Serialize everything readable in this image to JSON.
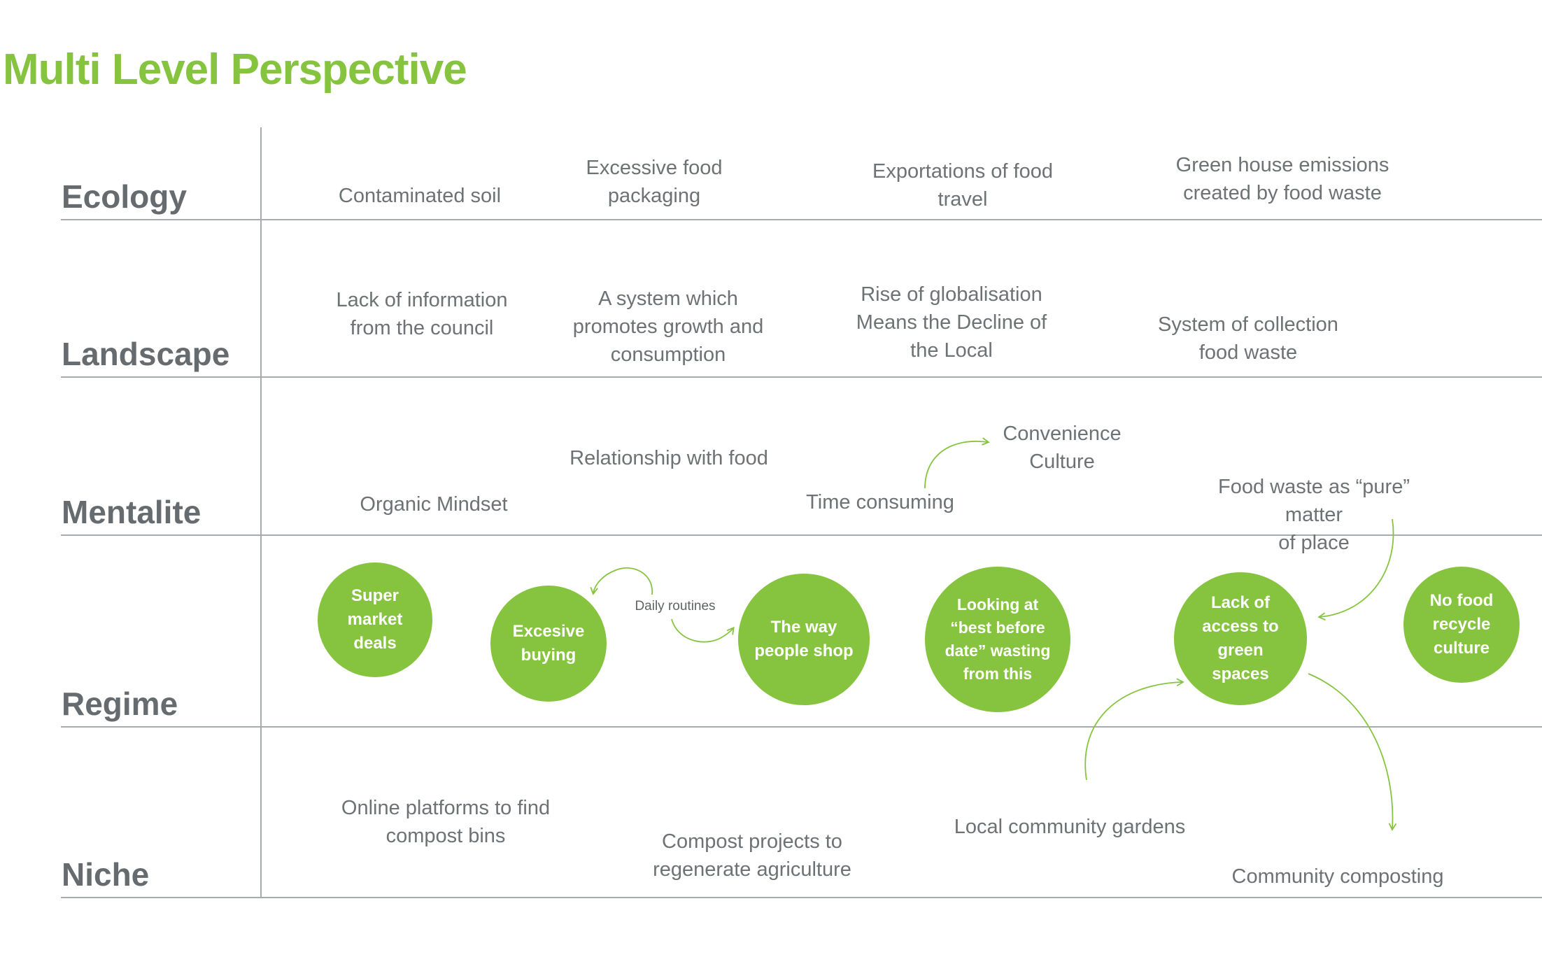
{
  "title": "Multi Level Perspective",
  "colors": {
    "accent": "#86c440",
    "text": "#6d7275",
    "line": "#a7abad"
  },
  "levels": {
    "ecology": "Ecology",
    "landscape": "Landscape",
    "mentalite": "Mentalite",
    "regime": "Regime",
    "niche": "Niche"
  },
  "ecology": {
    "contaminated_soil": "Contaminated soil",
    "packaging": "Excessive food\npackaging",
    "exportations": "Exportations of food\ntravel",
    "emissions": "Green house emissions\ncreated by food waste"
  },
  "landscape": {
    "council": "Lack of information\nfrom the council",
    "growth": "A system which\npromotes growth and\nconsumption",
    "globalisation": "Rise of globalisation\nMeans the Decline of\nthe Local",
    "collection": "System of collection\nfood waste"
  },
  "mentalite": {
    "relationship": "Relationship with food",
    "organic": "Organic Mindset",
    "time": "Time consuming",
    "convenience": "Convenience\nCulture",
    "pure_matter": "Food waste as “pure” matter\nof place"
  },
  "regime": {
    "supermarket": "Super\nmarket\ndeals",
    "excessive": "Excesive\nbuying",
    "daily_routines": "Daily routines",
    "way_shop": "The way\npeople shop",
    "best_before": "Looking at\n“best before\ndate” wasting\nfrom this",
    "green_spaces": "Lack of\naccess to\ngreen\nspaces",
    "recycle": "No food\nrecycle\nculture"
  },
  "niche": {
    "online": "Online platforms to find\ncompost bins",
    "compost_projects": "Compost projects to\nregenerate agriculture",
    "gardens": "Local community gardens",
    "composting": "Community composting"
  }
}
